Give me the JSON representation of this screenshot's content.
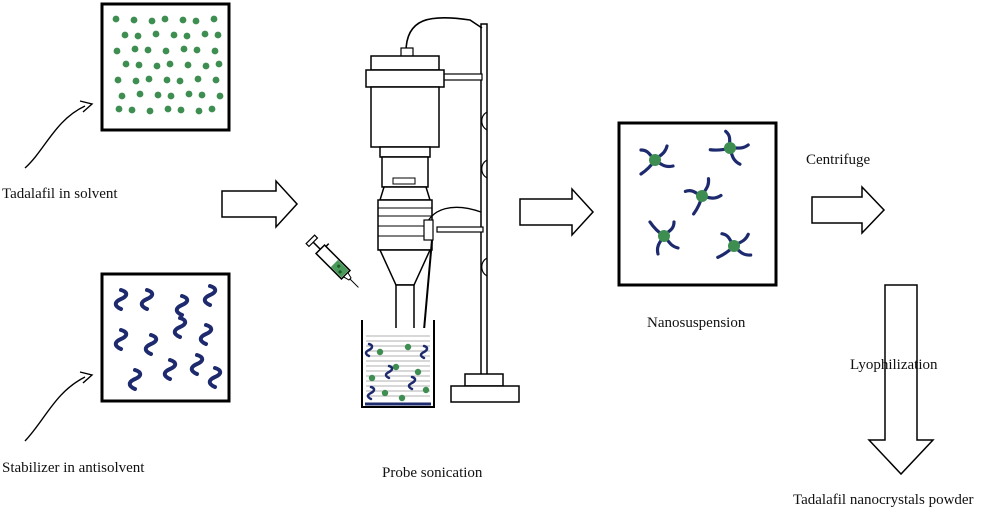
{
  "labels": {
    "tadalafil_solvent": "Tadalafil in solvent",
    "stabilizer_antisolvent": "Stabilizer in antisolvent",
    "probe_sonication": "Probe sonication",
    "nanosuspension": "Nanosuspension",
    "centrifuge": "Centrifuge",
    "lyophilization": "Lyophilization",
    "powder": "Tadalafil nanocrystals powder"
  },
  "colors": {
    "drug_particle": "#3e8e52",
    "polymer": "#1e2a6e",
    "outline": "#000000",
    "arrow_fill": "#ffffff"
  }
}
